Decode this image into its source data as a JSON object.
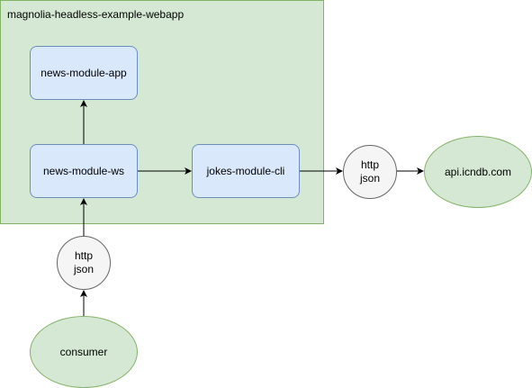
{
  "container": {
    "title": "magnolia-headless-example-webapp"
  },
  "nodes": {
    "news_module_app": "news-module-app",
    "news_module_ws": "news-module-ws",
    "jokes_module_cli": "jokes-module-cli",
    "http_json_right": {
      "line1": "http",
      "line2": "json"
    },
    "http_json_bottom": {
      "line1": "http",
      "line2": "json"
    },
    "api": "api.icndb.com",
    "consumer": "consumer"
  },
  "colors": {
    "container_fill": "#d5e8d4",
    "container_stroke": "#82b366",
    "box_fill": "#dae8fc",
    "box_stroke": "#6c8ebf",
    "circle_fill": "#f5f5f5",
    "circle_stroke": "#666666",
    "edge": "#000000"
  }
}
